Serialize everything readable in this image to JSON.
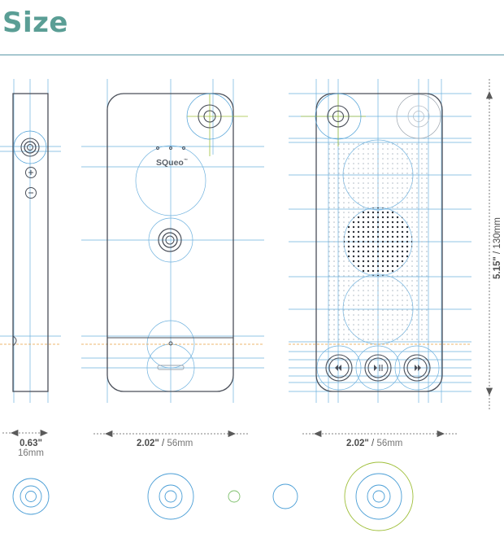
{
  "title": "Size",
  "brand": "SQueo",
  "brand_mark": "™",
  "colors": {
    "title": "#5a9e95",
    "guide": "#4a9ed6",
    "outline": "#4a4f59",
    "accent_green": "#9fbf3a",
    "accent_orange": "#e8a040"
  },
  "dimensions": {
    "depth_in": "0.63\"",
    "depth_mm": "16mm",
    "front_width_in": "2.02\"",
    "front_width_sep": " / ",
    "front_width_mm": "56mm",
    "back_width_in": "2.02\"",
    "back_width_sep": " / ",
    "back_width_mm": "56mm",
    "height_in": "5.15\"",
    "height_sep": " / ",
    "height_mm": "130mm"
  },
  "views": [
    "side-view",
    "front-view",
    "back-view"
  ],
  "controls": [
    "rewind-icon",
    "play-pause-icon",
    "fast-forward-icon"
  ]
}
